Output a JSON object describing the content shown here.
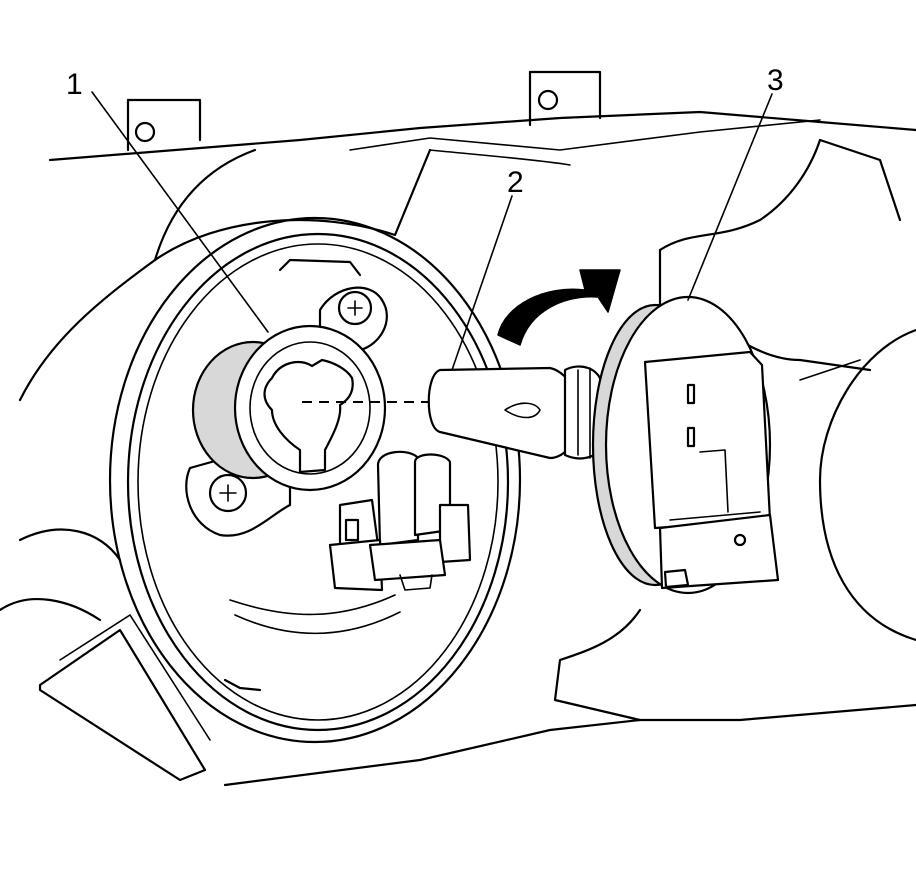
{
  "callouts": [
    {
      "number": "1"
    },
    {
      "number": "2"
    },
    {
      "number": "3"
    }
  ],
  "colors": {
    "line": "#000000",
    "background": "#ffffff",
    "shade": "#d8d8d8"
  }
}
